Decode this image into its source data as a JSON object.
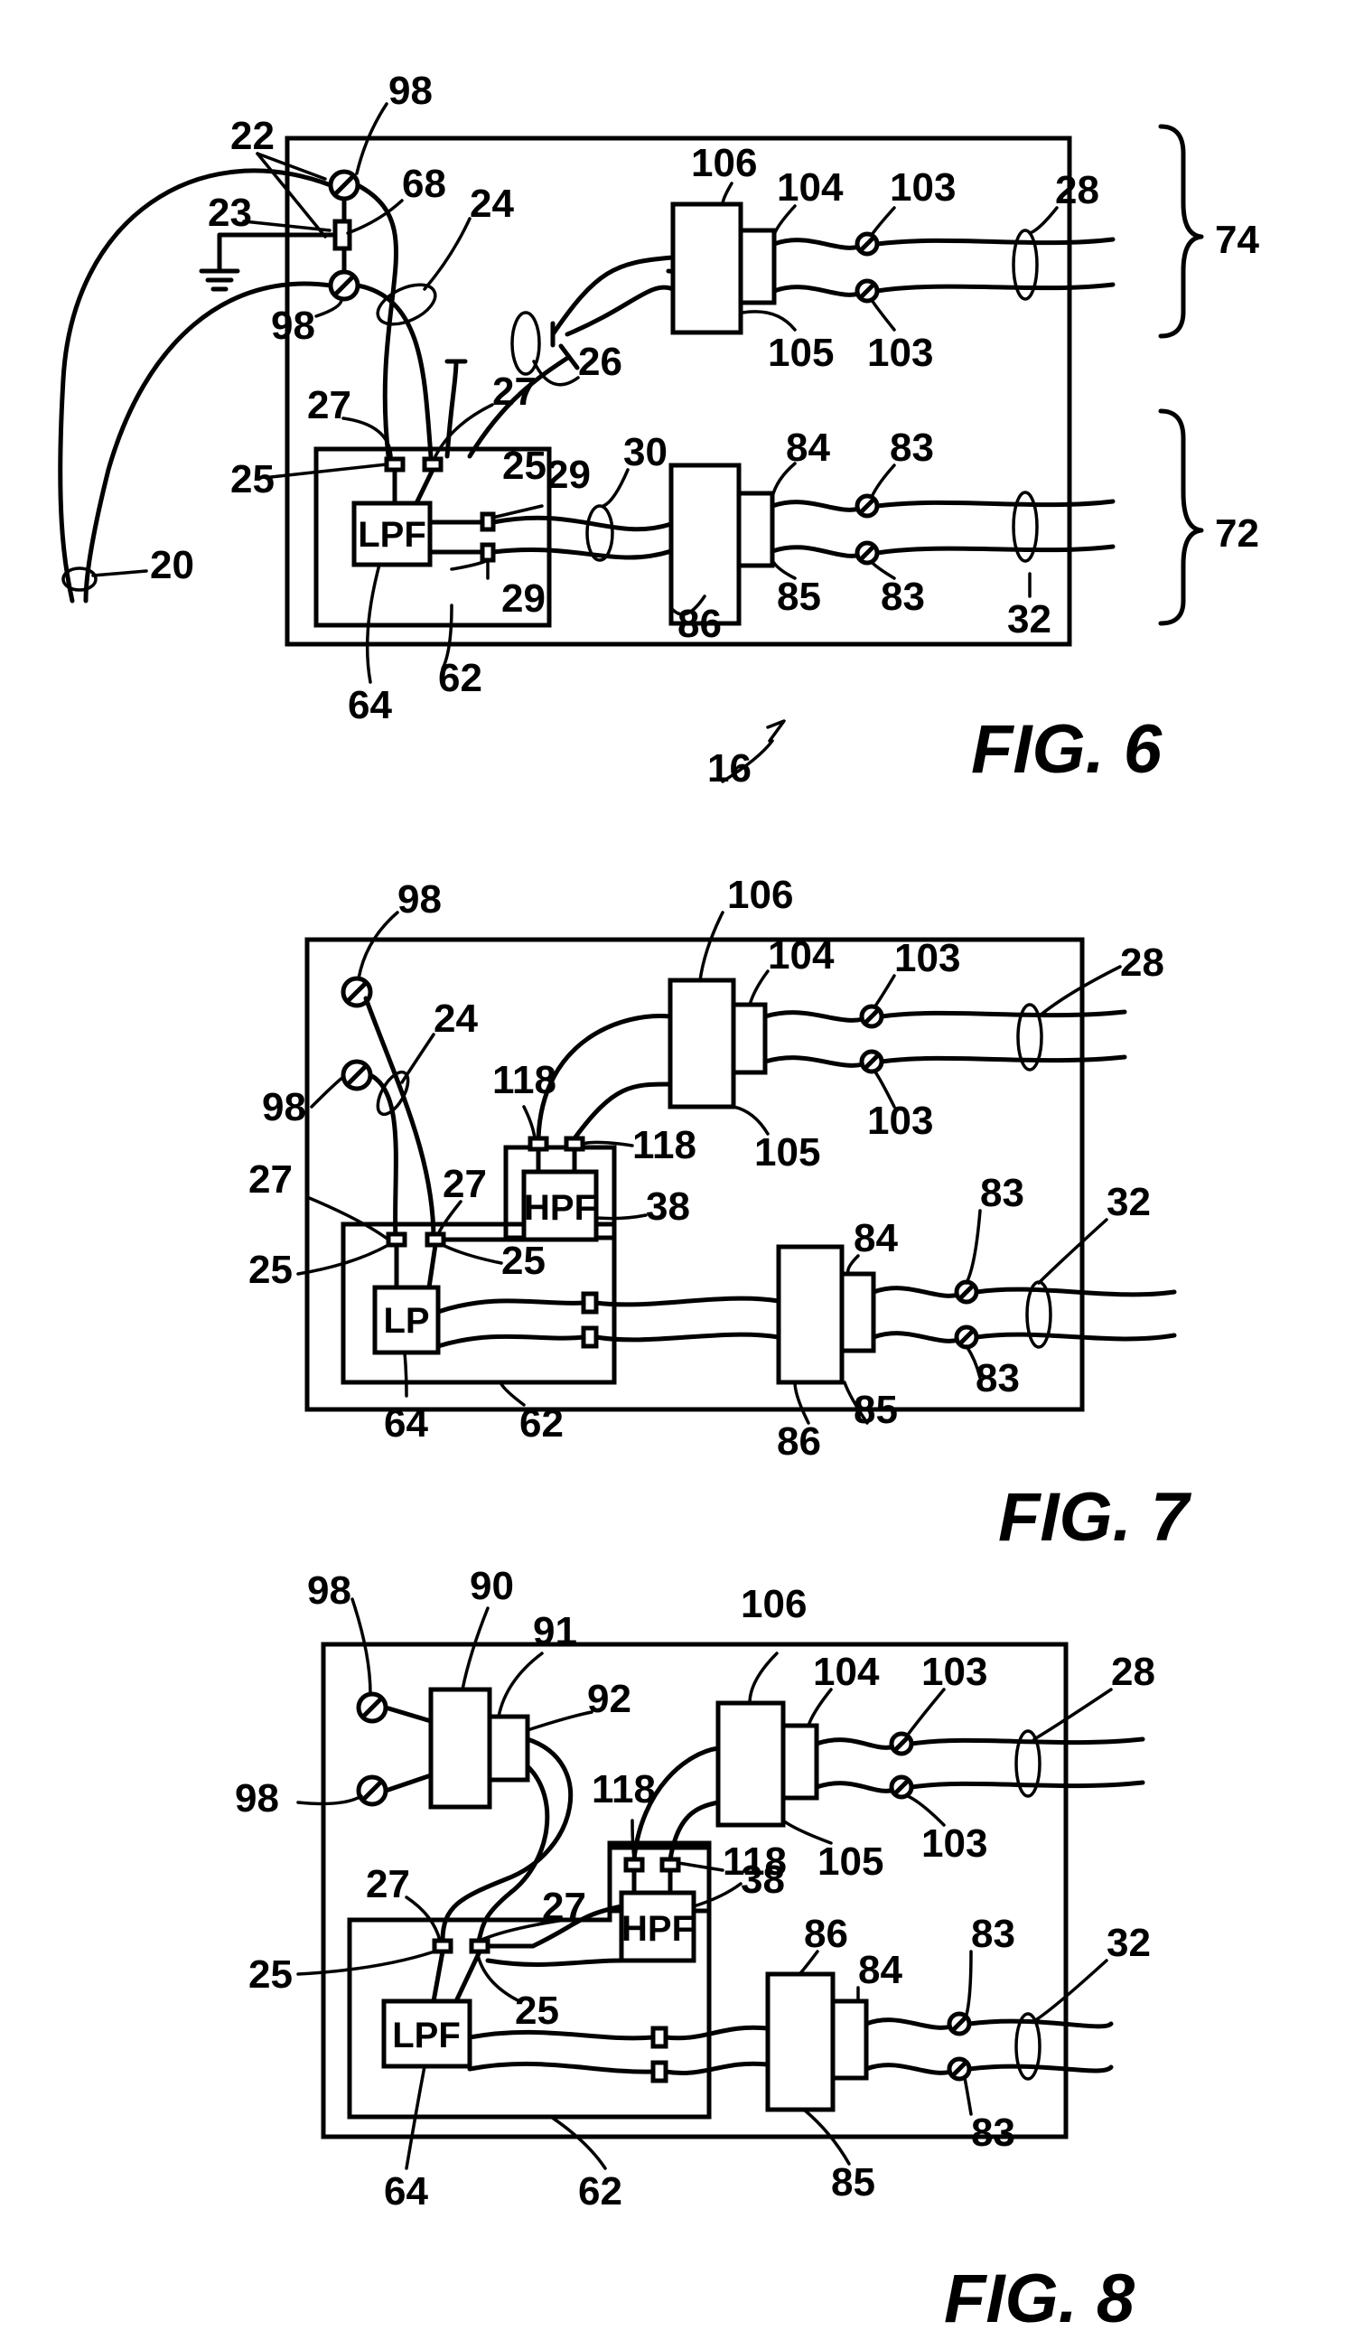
{
  "figures": [
    {
      "caption": "FIG. 6",
      "boxes": [
        "LPF"
      ],
      "refs": [
        "98",
        "22",
        "68",
        "23",
        "24",
        "98",
        "27",
        "27",
        "26",
        "25",
        "25",
        "29",
        "30",
        "29",
        "20",
        "64",
        "62",
        "16",
        "106",
        "104",
        "103",
        "103",
        "105",
        "28",
        "84",
        "83",
        "83",
        "85",
        "86",
        "32",
        "74",
        "72"
      ]
    },
    {
      "caption": "FIG. 7",
      "boxes": [
        "LP",
        "HPF"
      ],
      "refs": [
        "98",
        "24",
        "98",
        "118",
        "118",
        "27",
        "27",
        "25",
        "25",
        "38",
        "64",
        "62",
        "106",
        "104",
        "103",
        "103",
        "105",
        "28",
        "84",
        "83",
        "83",
        "32",
        "86",
        "85"
      ]
    },
    {
      "caption": "FIG. 8",
      "boxes": [
        "LPF",
        "HPF"
      ],
      "refs": [
        "98",
        "98",
        "90",
        "91",
        "92",
        "27",
        "27",
        "25",
        "25",
        "118",
        "118",
        "38",
        "64",
        "62",
        "106",
        "104",
        "103",
        "103",
        "105",
        "28",
        "86",
        "84",
        "83",
        "83",
        "32",
        "85"
      ]
    }
  ]
}
